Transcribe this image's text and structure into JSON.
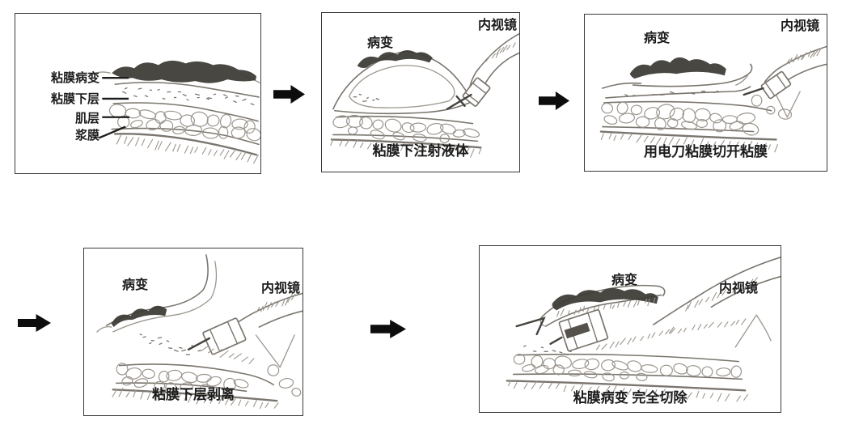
{
  "colors": {
    "background": "#ffffff",
    "panel_border": "#3a3a3a",
    "arrow": "#0d0d0d",
    "text": "#1c1c1c",
    "sketch_line": "#7a756e",
    "sketch_faint": "#9b958d",
    "lesion": "#3e3b36"
  },
  "steps": [
    {
      "layer_labels": [
        "粘膜病变",
        "粘膜下层",
        "肌层",
        "浆膜"
      ]
    },
    {
      "lesion_label": "病变",
      "endoscope_label": "内视镜",
      "caption": "粘膜下注射液体"
    },
    {
      "lesion_label": "病变",
      "endoscope_label": "内视镜",
      "caption": "用电刀粘膜切开粘膜"
    },
    {
      "lesion_label": "病变",
      "endoscope_label": "内视镜",
      "caption": "粘膜下层剥离"
    },
    {
      "lesion_label": "病变",
      "endoscope_label": "内视镜",
      "caption": "粘膜病变 完全切除"
    }
  ]
}
